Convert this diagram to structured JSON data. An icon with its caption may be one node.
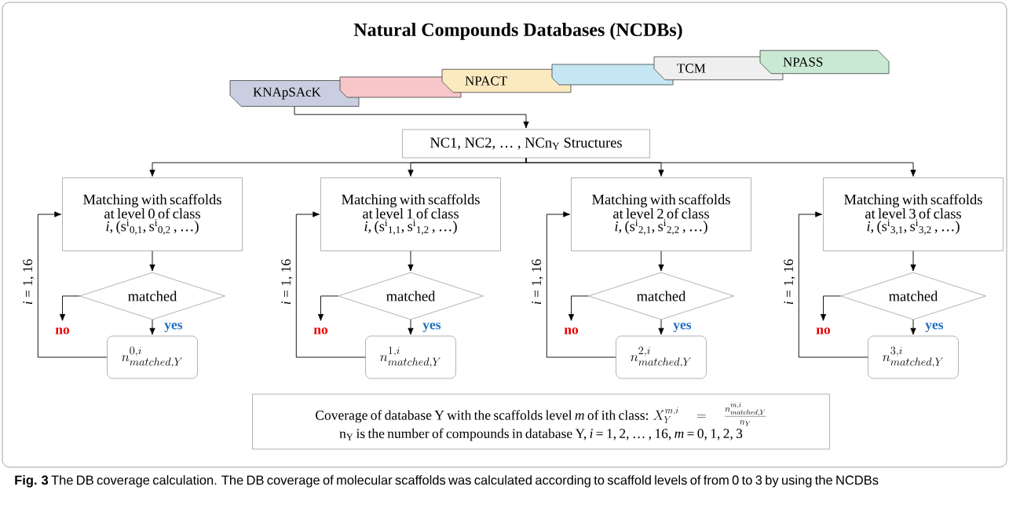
{
  "diagram": {
    "title": "Natural Compounds Databases (NCDBs)",
    "caption": "**Fig. 3** The DB coverage calculation. The DB coverage of molecular scaffolds was calculated according to scaffold levels of from 0 to 3 by using the NCDBs",
    "nodes": [
      {
        "text": [
          "KNApSAcK"
        ]
      },
      {
        "text": [],
        "shape": "box"
      },
      {
        "text": [
          "NPACT"
        ]
      },
      {
        "text": [],
        "shape": "box"
      },
      {
        "text": [
          "TCM"
        ]
      },
      {
        "text": [
          "NPASS"
        ]
      },
      {
        "text": [
          "NC1, NC2, … , NCn$_{Y}$ Structures"
        ]
      },
      {
        "text": [
          "Matching with scaffolds at level 0 of class *i*, (s$^{i}$$_{0,1}$, s$^{i}$$_{0,2}$ , …)"
        ]
      },
      {
        "text": [
          "matched"
        ]
      },
      {
        "text": [
          "n^{0,i}_{matched,Y}"
        ]
      },
      {
        "text": [
          "Matching with scaffolds at level 1 of class *i*, (s$^{i}$$_{1,1}$, s$^{i}$$_{1,2}$ , …)"
        ]
      },
      {
        "text": [
          "matched"
        ]
      },
      {
        "text": [
          "n^{1,i}_{matched,Y}"
        ]
      },
      {
        "text": [
          "Matching with scaffolds at level 2 of class *i*, (s$^{i}$$_{2,1}$, s$^{i}$$_{2,2}$ , …)"
        ]
      },
      {
        "text": [
          "matched"
        ]
      },
      {
        "text": [
          "n^{2,i}_{matched,Y}"
        ]
      },
      {
        "text": [
          "Matching with scaffolds at level 3 of class *i*, (s$^{i}$$_{3,1}$, s$^{i}$$_{3,2}$ , …)"
        ]
      },
      {
        "text": [
          "matched"
        ]
      },
      {
        "text": [
          "n^{3,i}_{matched,Y}"
        ]
      },
      {
        "text": [
          "Coverage of database Y with the scaffolds level *m* of ith class:",
          "X_{Y}^{m,i}=\\frac{n_{matched,Y}^{m,i}}{n_{Y}}",
          "n$_{Y}$ is the number of compounds in database Y, *i* = 1, 2, … , 16, *m* = 0, 1, 2, 3"
        ]
      }
    ],
    "edges": [
      {
        "from": 0,
        "to": 6,
        "arrow": "to"
      },
      {
        "from": 6,
        "to": 7,
        "arrow": "to"
      },
      {
        "from": 6,
        "to": 10,
        "arrow": "to"
      },
      {
        "from": 6,
        "to": 13,
        "arrow": "to"
      },
      {
        "from": 6,
        "to": 16,
        "arrow": "to"
      },
      {
        "from": 7,
        "to": 8,
        "arrow": "to"
      },
      {
        "from": 8,
        "to": 9,
        "arrow": "to",
        "label": "yes"
      },
      {
        "from": 8,
        "to": null,
        "arrow": "to",
        "label": "no"
      },
      {
        "from": 9,
        "to": 7,
        "arrow": "to",
        "label": "*i* = 1, 16"
      },
      {
        "from": 10,
        "to": 11,
        "arrow": "to"
      },
      {
        "from": 11,
        "to": 12,
        "arrow": "to",
        "label": "yes"
      },
      {
        "from": 11,
        "to": null,
        "arrow": "to",
        "label": "no"
      },
      {
        "from": 12,
        "to": 10,
        "arrow": "to",
        "label": "*i* = 1, 16"
      },
      {
        "from": 13,
        "to": 14,
        "arrow": "to"
      },
      {
        "from": 14,
        "to": 15,
        "arrow": "to",
        "label": "yes"
      },
      {
        "from": 14,
        "to": null,
        "arrow": "to",
        "label": "no"
      },
      {
        "from": 15,
        "to": 13,
        "arrow": "to",
        "label": "*i* = 1, 16"
      },
      {
        "from": 16,
        "to": 17,
        "arrow": "to"
      },
      {
        "from": 17,
        "to": 18,
        "arrow": "to",
        "label": "yes"
      },
      {
        "from": 17,
        "to": null,
        "arrow": "to",
        "label": "no"
      },
      {
        "from": 18,
        "to": 16,
        "arrow": "to",
        "label": "*i* = 1, 16"
      }
    ]
  }
}
